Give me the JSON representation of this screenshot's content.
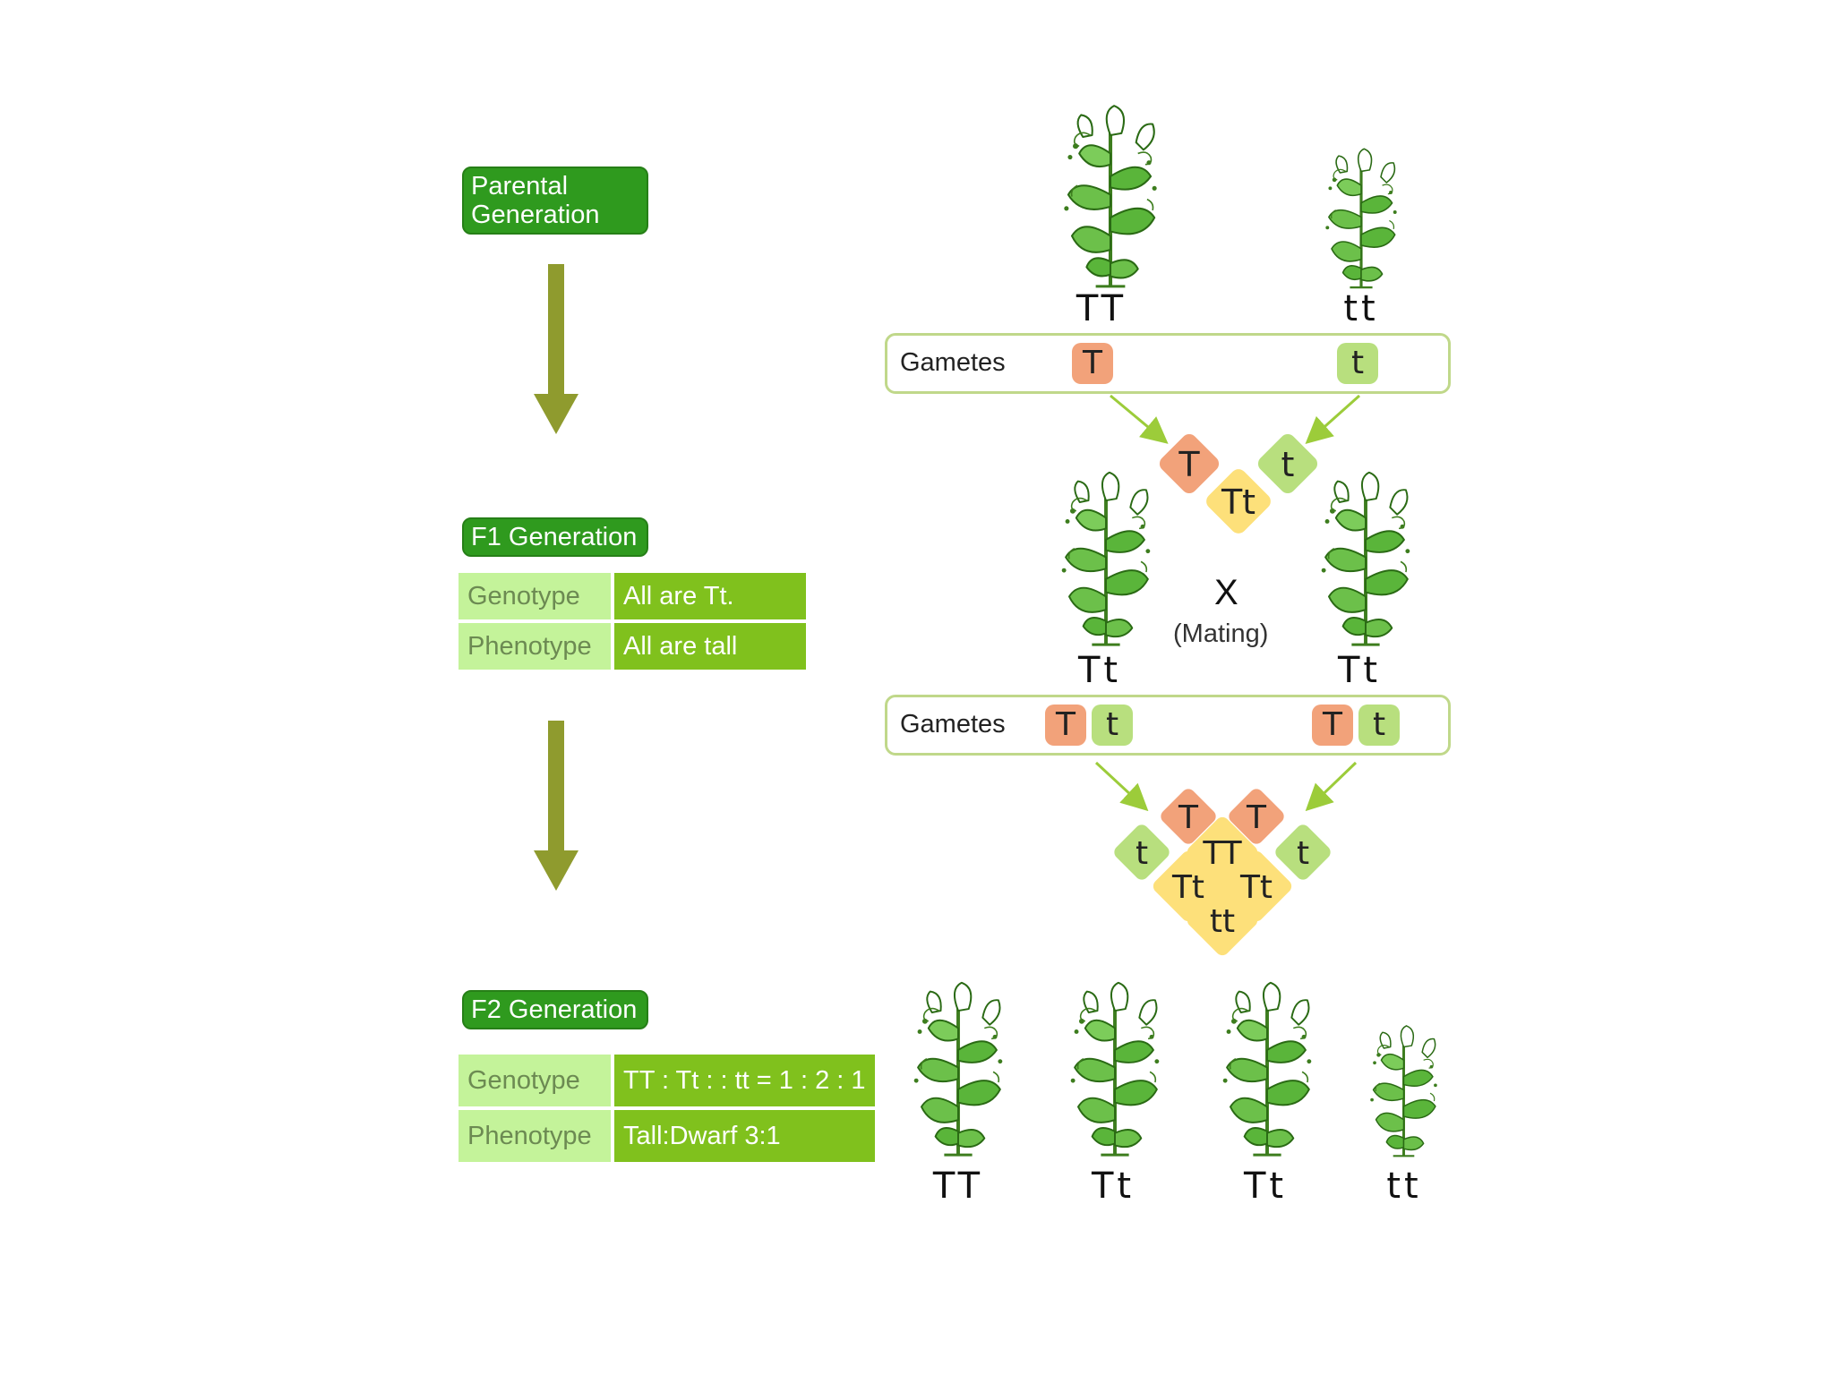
{
  "generations": {
    "parental": "Parental\nGeneration",
    "f1": "F1 Generation",
    "f2": "F2 Generation"
  },
  "f1_table": {
    "genotype_key": "Genotype",
    "genotype_value": "All are Tt.",
    "phenotype_key": "Phenotype",
    "phenotype_value": "All are tall"
  },
  "f2_table": {
    "genotype_key": "Genotype",
    "genotype_value": "TT : Tt : : tt = 1 : 2 : 1",
    "phenotype_key": "Phenotype",
    "phenotype_value": "Tall:Dwarf 3:1"
  },
  "parents": {
    "left": "TT",
    "right": "tt"
  },
  "gametes_label": "Gametes",
  "parent_gametes": {
    "left": "T",
    "right": "t"
  },
  "f1_cross": {
    "left": "T",
    "right": "t",
    "result": "Tt"
  },
  "f1_plants": {
    "left": "Tt",
    "right": "Tt"
  },
  "mating": {
    "symbol": "X",
    "label": "(Mating)"
  },
  "f1_gametes": {
    "left": [
      "T",
      "t"
    ],
    "right": [
      "T",
      "t"
    ]
  },
  "f2_cross": {
    "top_left": "T",
    "top_right": "T",
    "left": "t",
    "right": "t",
    "center": "TT",
    "mid_left": "Tt",
    "mid_right": "Tt",
    "bottom": "tt"
  },
  "f2_plants": [
    "TT",
    "Tt",
    "Tt",
    "tt"
  ],
  "colors": {
    "label_green": "#2f9a1e",
    "table_key": "#c4f39a",
    "table_value": "#80c11d",
    "arrow_olive": "#8f9b2e",
    "allele_T": "#f2a27a",
    "allele_t": "#b8df7e",
    "offspring": "#fde07a"
  },
  "icons": {
    "plant": "pea-plant-icon"
  }
}
